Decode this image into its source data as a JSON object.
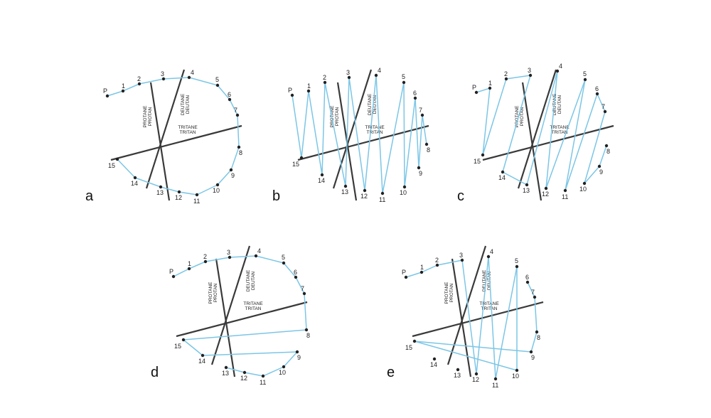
{
  "colors": {
    "path": "#7cc6e6",
    "axis": "#3a3a3a",
    "dot": "#222222",
    "text": "#222222"
  },
  "axis_labels": {
    "protan": [
      "PROTANE",
      "PROTAN"
    ],
    "deutan": [
      "DEUTANE",
      "DEUTAN"
    ],
    "tritan": [
      "TRITANE",
      "TRITAN"
    ]
  },
  "cap_names": [
    "P",
    "1",
    "2",
    "3",
    "4",
    "5",
    "6",
    "7",
    "8",
    "9",
    "10",
    "11",
    "12",
    "13",
    "14",
    "15"
  ],
  "panels": [
    {
      "id": "a",
      "letter": "a",
      "sequence": [
        "P",
        "1",
        "2",
        "3",
        "4",
        "5",
        "6",
        "7",
        "8",
        "9",
        "10",
        "11",
        "12",
        "13",
        "14",
        "15"
      ]
    },
    {
      "id": "b",
      "letter": "b",
      "sequence": [
        "P",
        "15",
        "1",
        "14",
        "2",
        "13",
        "3",
        "12",
        "4",
        "11",
        "5",
        "10",
        "6",
        "9",
        "7",
        "8"
      ]
    },
    {
      "id": "c",
      "letter": "c",
      "sequence": [
        "P",
        "1",
        "15",
        "2",
        "3",
        "14",
        "13",
        "4",
        "12",
        "5",
        "11",
        "6",
        "7",
        "10",
        "9",
        "8"
      ]
    },
    {
      "id": "d",
      "letter": "d",
      "sequence": [
        "P",
        "1",
        "2",
        "3",
        "4",
        "5",
        "6",
        "7",
        "8",
        "15",
        "14",
        "9",
        "10",
        "11",
        "12",
        "13"
      ]
    },
    {
      "id": "e",
      "letter": "e",
      "sequence": [
        "P",
        "1",
        "2",
        "3",
        "12",
        "4",
        "11",
        "5",
        "10",
        "15",
        "9",
        "8",
        "7",
        "6"
      ]
    }
  ]
}
